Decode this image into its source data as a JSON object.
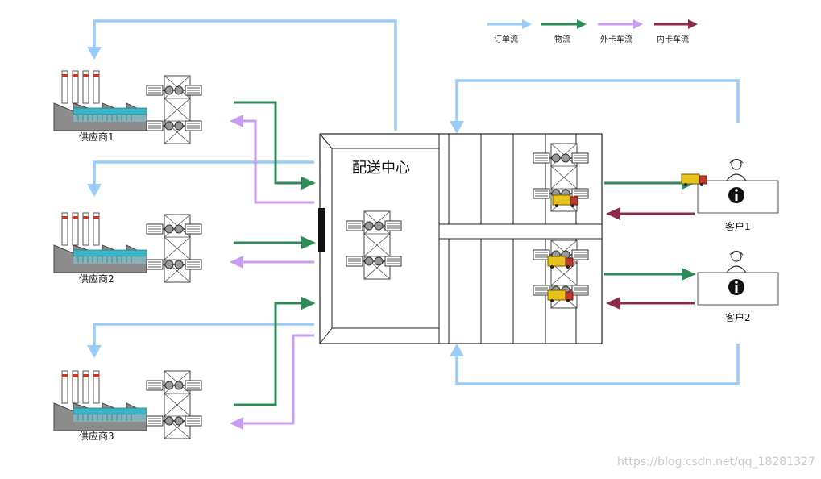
{
  "title": "配送中心",
  "legend": [
    {
      "label": "订单流",
      "color": "#99ccf7"
    },
    {
      "label": "物流",
      "color": "#2e8b57"
    },
    {
      "label": "外卡车流",
      "color": "#c89cf2"
    },
    {
      "label": "内卡车流",
      "color": "#8b2a4e"
    }
  ],
  "suppliers": [
    {
      "label": "供应商1"
    },
    {
      "label": "供应商2"
    },
    {
      "label": "供应商3"
    }
  ],
  "customers": [
    {
      "label": "客户1"
    },
    {
      "label": "客户2"
    }
  ],
  "watermark": "https://blog.csdn.net/qq_18281327",
  "icons": {
    "factory": "factory-icon",
    "rack": "storage-rack-icon",
    "truck": "truck-icon",
    "customer": "customer-person-icon",
    "info": "info-icon"
  }
}
